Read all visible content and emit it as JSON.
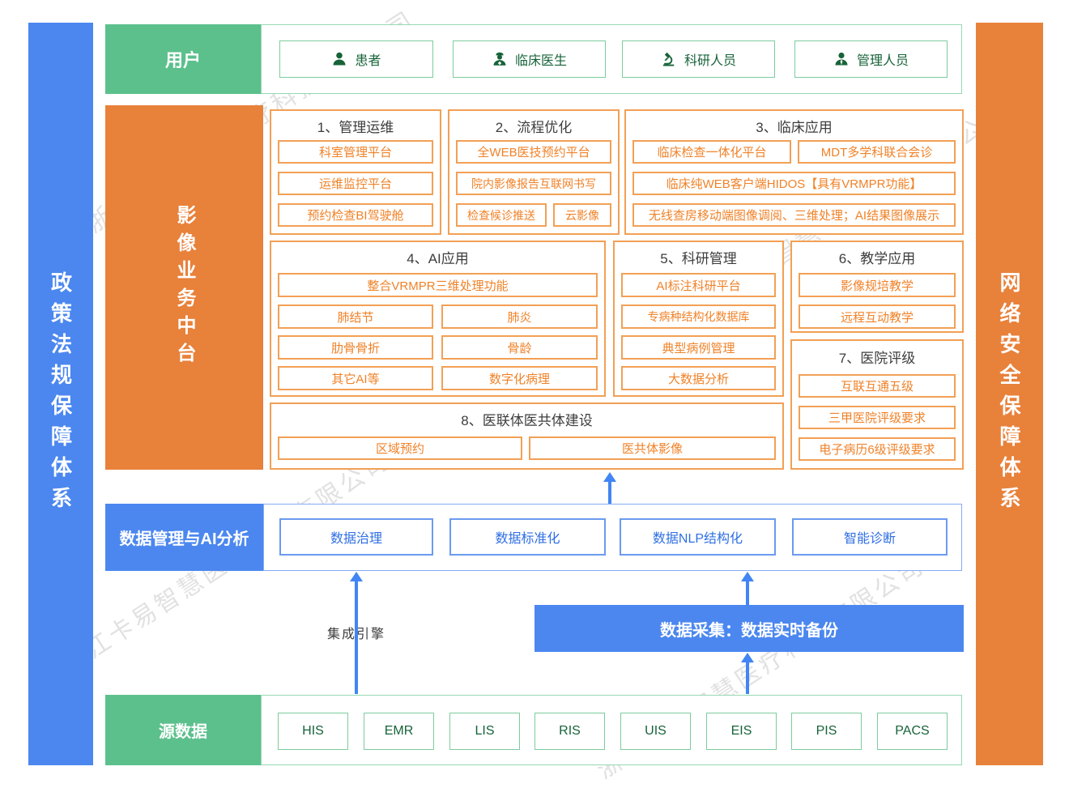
{
  "watermark": {
    "text": "浙江卡易智慧医疗科技有限公司"
  },
  "left_sidebar": {
    "label": "政策法规保障体系"
  },
  "right_sidebar": {
    "label": "网络安全保障体系"
  },
  "users": {
    "header": "用户",
    "items": [
      {
        "label": "患者",
        "icon": "patient-icon"
      },
      {
        "label": "临床医生",
        "icon": "doctor-icon"
      },
      {
        "label": "科研人员",
        "icon": "microscope-icon"
      },
      {
        "label": "管理人员",
        "icon": "manager-icon"
      }
    ]
  },
  "platform": {
    "header": "影像业务中台",
    "sections": {
      "s1": {
        "title": "1、管理运维",
        "items": [
          "科室管理平台",
          "运维监控平台",
          "预约检查BI驾驶舱"
        ]
      },
      "s2": {
        "title": "2、流程优化",
        "items": [
          "全WEB医技预约平台",
          "院内影像报告互联网书写",
          "检查候诊推送",
          "云影像"
        ]
      },
      "s3": {
        "title": "3、临床应用",
        "items": [
          "临床检查一体化平台",
          "MDT多学科联合会诊",
          "临床纯WEB客户端HIDOS【具有VRMPR功能】",
          "无线查房移动端图像调阅、三维处理；AI结果图像展示"
        ]
      },
      "s4": {
        "title": "4、AI应用",
        "items": [
          "整合VRMPR三维处理功能",
          "肺结节",
          "肺炎",
          "肋骨骨折",
          "骨龄",
          "其它AI等",
          "数字化病理"
        ]
      },
      "s5": {
        "title": "5、科研管理",
        "items": [
          "AI标注科研平台",
          "专病种结构化数据库",
          "典型病例管理",
          "大数据分析"
        ]
      },
      "s6": {
        "title": "6、教学应用",
        "items": [
          "影像规培教学",
          "远程互动教学"
        ]
      },
      "s7": {
        "title": "7、医院评级",
        "items": [
          "互联互通五级",
          "三甲医院评级要求",
          "电子病历6级评级要求"
        ]
      },
      "s8": {
        "title": "8、医联体医共体建设",
        "items": [
          "区域预约",
          "医共体影像"
        ]
      }
    }
  },
  "data_mgmt": {
    "header": "数据管理与AI分析",
    "items": [
      "数据治理",
      "数据标准化",
      "数据NLP结构化",
      "智能诊断"
    ]
  },
  "integration_engine": {
    "label": "集成引擎"
  },
  "data_collection": {
    "label": "数据采集：数据实时备份"
  },
  "source_data": {
    "header": "源数据",
    "items": [
      "HIS",
      "EMR",
      "LIS",
      "RIS",
      "UIS",
      "EIS",
      "PIS",
      "PACS"
    ]
  },
  "colors": {
    "blue": "#4b87ef",
    "green": "#5cc08c",
    "orange": "#e8813a",
    "orange_border": "#f2a055",
    "orange_text": "#f08228",
    "green_dark": "#176339",
    "blue_text": "#2f6fe4",
    "watermark_gray": "#c9c9c9"
  }
}
